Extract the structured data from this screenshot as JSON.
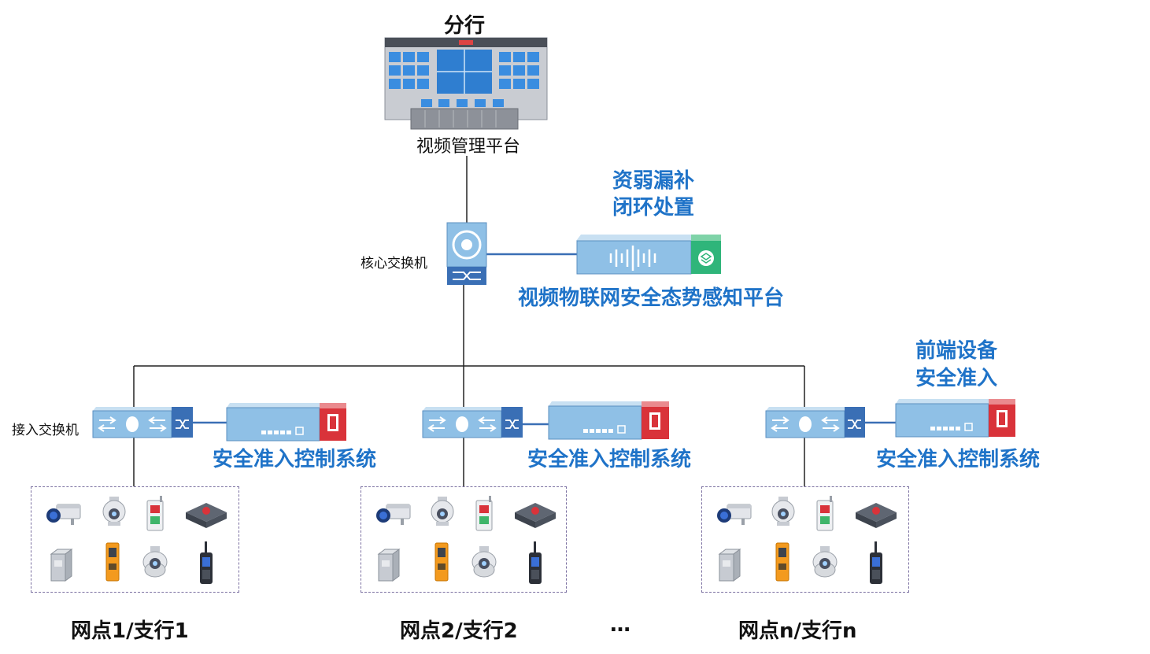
{
  "hq": {
    "title": "分行",
    "platform_label": "视频管理平台"
  },
  "core": {
    "switch_label": "核心交换机",
    "remediation_label_line1": "资弱漏补",
    "remediation_label_line2": "闭环处置",
    "platform_label": "视频物联网安全态势感知平台"
  },
  "access": {
    "switch_label": "接入交换机",
    "frontend_label_line1": "前端设备",
    "frontend_label_line2": "安全准入",
    "branches": [
      {
        "system_label": "安全准入控制系统",
        "site_label": "网点1/支行1"
      },
      {
        "system_label": "安全准入控制系统",
        "site_label": "网点2/支行2"
      },
      {
        "system_label": "安全准入控制系统",
        "site_label": "网点n/支行n"
      }
    ],
    "ellipsis": "…"
  },
  "colors": {
    "accent_blue": "#1f73c8",
    "device_blue": "#8fc0e6",
    "security_red": "#d9333a",
    "security_green": "#2fb57a",
    "line_dark": "#222222",
    "link_blue": "#3a6fb5"
  },
  "icons": [
    "building-icon",
    "core-switch-icon",
    "firewall-appliance-icon",
    "access-switch-icon",
    "access-control-appliance-icon",
    "bullet-camera-icon",
    "dome-camera-icon",
    "access-card-reader-icon",
    "nvr-icon",
    "turnstile-icon",
    "visitor-terminal-icon",
    "ptz-camera-icon",
    "walkie-talkie-icon"
  ]
}
